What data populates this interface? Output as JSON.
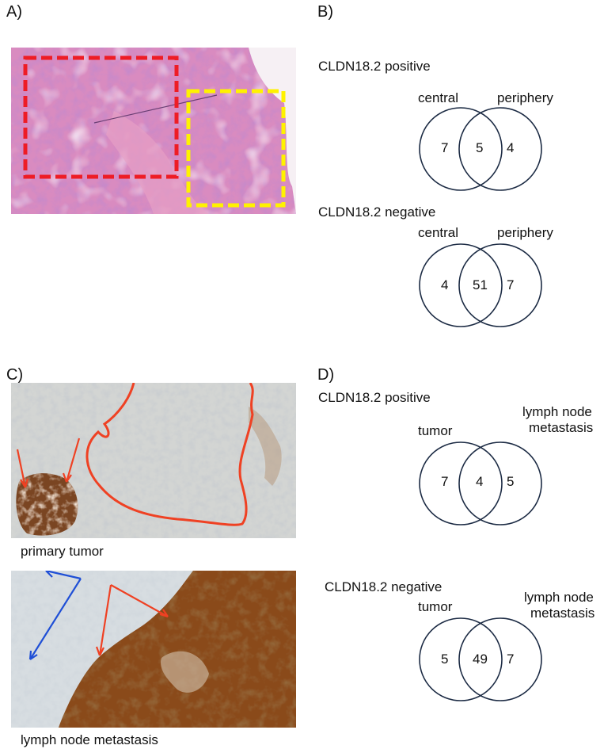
{
  "panels": {
    "A": {
      "label": "A)",
      "image": "H&E stained tumor section with red dashed box (central region) and yellow dashed box (periphery region)",
      "colors": {
        "red_box": "#ee1c25",
        "yellow_box": "#fff200"
      }
    },
    "B": {
      "label": "B)",
      "positive": {
        "title": "CLDN18.2 positive",
        "left_label": "central",
        "right_label": "periphery",
        "left_only": "7",
        "overlap": "5",
        "right_only": "4"
      },
      "negative": {
        "title": "CLDN18.2 negative",
        "left_label": "central",
        "right_label": "periphery",
        "left_only": "4",
        "overlap": "51",
        "right_only": "7"
      }
    },
    "C": {
      "label": "C)",
      "top_caption": "primary tumor",
      "bottom_caption": "lymph node metastasis",
      "colors": {
        "red_arrow": "#ef4123",
        "blue_arrow": "#1f4fd6",
        "stain_brown": "#8a4a1a"
      }
    },
    "D": {
      "label": "D)",
      "positive": {
        "title": "CLDN18.2 positive",
        "left_label": "tumor",
        "right_label_line1": "lymph node",
        "right_label_line2": "metastasis",
        "left_only": "7",
        "overlap": "4",
        "right_only": "5"
      },
      "negative": {
        "title": "CLDN18.2 negative",
        "left_label": "tumor",
        "right_label_line1": "lymph node",
        "right_label_line2": "metastasis",
        "left_only": "5",
        "overlap": "49",
        "right_only": "7"
      }
    }
  },
  "venn_stroke_color": "#1c2b44"
}
